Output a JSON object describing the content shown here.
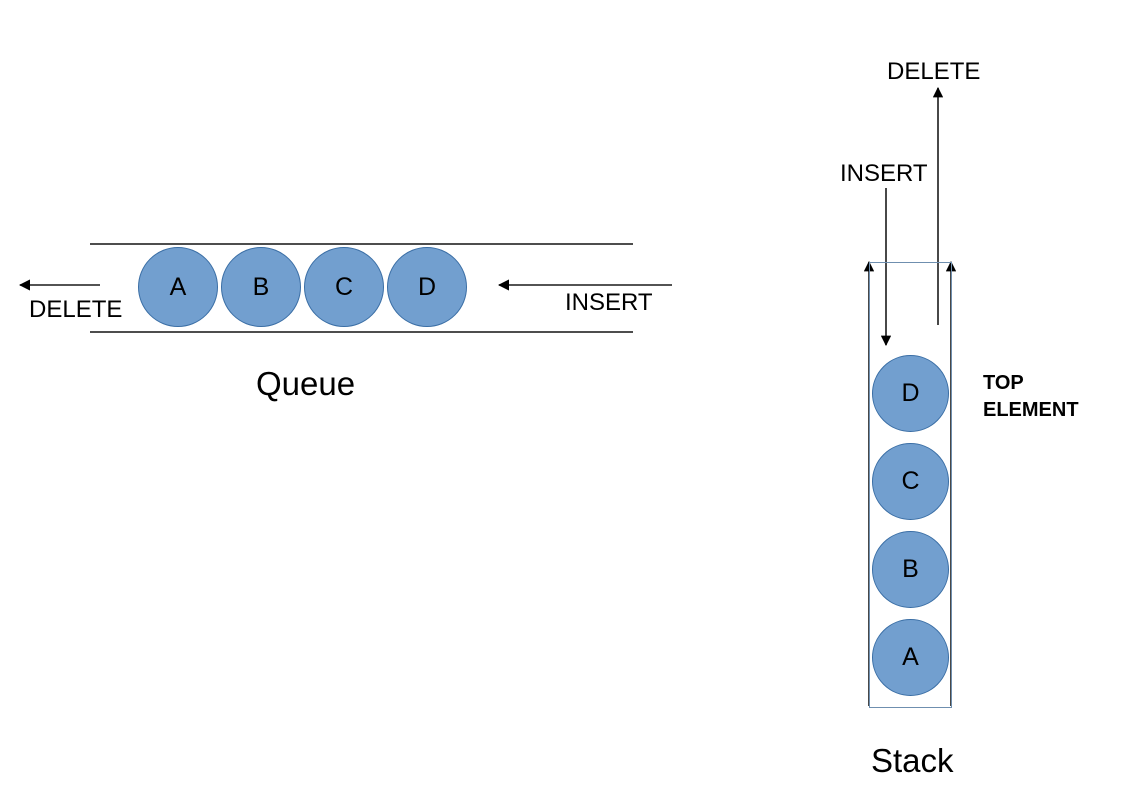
{
  "diagram": {
    "title_queue": "Queue",
    "title_stack": "Stack",
    "queue": {
      "label": "Queue",
      "nodes": [
        {
          "id": "queue-node-a",
          "label": "A"
        },
        {
          "id": "queue-node-b",
          "label": "B"
        },
        {
          "id": "queue-node-c",
          "label": "C"
        },
        {
          "id": "queue-node-d",
          "label": "D"
        }
      ],
      "delete_label": "DELETE",
      "insert_label": "INSERT"
    },
    "stack": {
      "label": "Stack",
      "nodes": [
        {
          "id": "stack-node-d",
          "label": "D"
        },
        {
          "id": "stack-node-c",
          "label": "C"
        },
        {
          "id": "stack-node-b",
          "label": "B"
        },
        {
          "id": "stack-node-a",
          "label": "A"
        }
      ],
      "delete_label": "DELETE",
      "insert_label": "INSERT",
      "top_element_line1": "TOP",
      "top_element_line2": "ELEMENT"
    },
    "colors": {
      "node_fill": "#729fcf",
      "node_stroke": "#3a6ea5",
      "line": "#4d4d4d",
      "box_stroke": "#6f8faf",
      "text": "#000000",
      "background": "#ffffff"
    }
  }
}
